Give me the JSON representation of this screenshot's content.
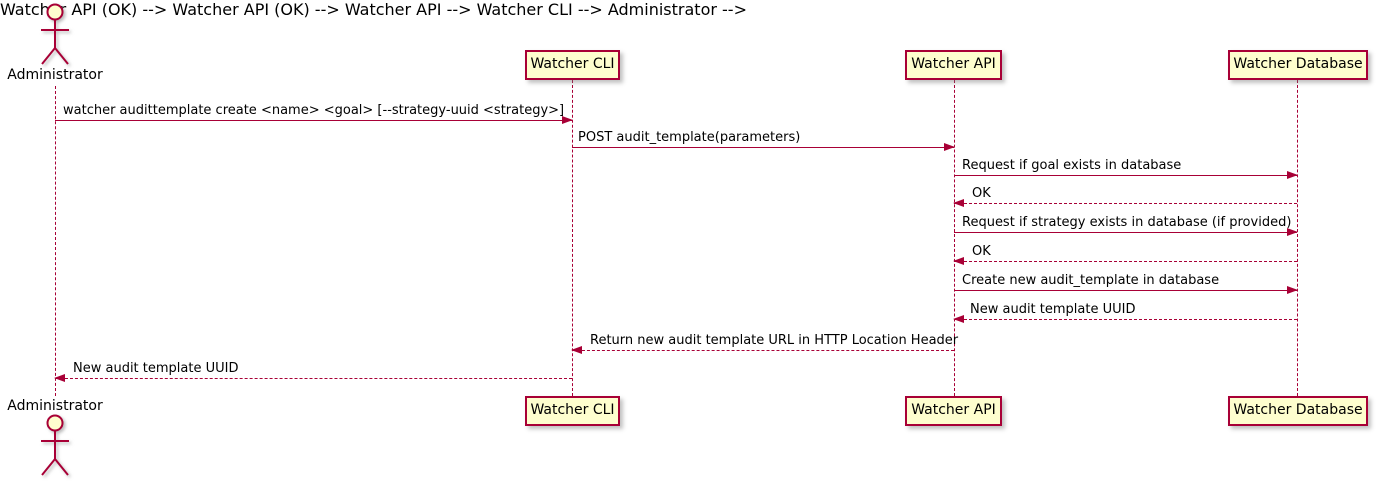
{
  "diagram_type": "uml-sequence-diagram",
  "colors": {
    "line": "#A80036",
    "participant_fill": "#FEFECE",
    "text": "#000000",
    "background": "#FFFFFF"
  },
  "actor": {
    "label": "Administrator"
  },
  "participants": [
    {
      "label": "Watcher CLI"
    },
    {
      "label": "Watcher API"
    },
    {
      "label": "Watcher Database"
    }
  ],
  "messages": [
    {
      "from": "Administrator",
      "to": "Watcher CLI",
      "style": "solid",
      "text": "watcher audittemplate create <name> <goal> [--strategy-uuid <strategy>]"
    },
    {
      "from": "Watcher CLI",
      "to": "Watcher API",
      "style": "solid",
      "text": "POST audit_template(parameters)"
    },
    {
      "from": "Watcher API",
      "to": "Watcher Database",
      "style": "solid",
      "text": "Request if goal exists in database"
    },
    {
      "from": "Watcher Database",
      "to": "Watcher API",
      "style": "dashed",
      "text": "OK"
    },
    {
      "from": "Watcher API",
      "to": "Watcher Database",
      "style": "solid",
      "text": "Request if strategy exists in database (if provided)"
    },
    {
      "from": "Watcher Database",
      "to": "Watcher API",
      "style": "dashed",
      "text": "OK"
    },
    {
      "from": "Watcher API",
      "to": "Watcher Database",
      "style": "solid",
      "text": "Create new audit_template in database"
    },
    {
      "from": "Watcher Database",
      "to": "Watcher API",
      "style": "dashed",
      "text": "New audit template UUID"
    },
    {
      "from": "Watcher API",
      "to": "Watcher CLI",
      "style": "dashed",
      "text": "Return new audit template URL in HTTP Location Header"
    },
    {
      "from": "Watcher CLI",
      "to": "Administrator",
      "style": "dashed",
      "text": "New audit template UUID"
    }
  ]
}
